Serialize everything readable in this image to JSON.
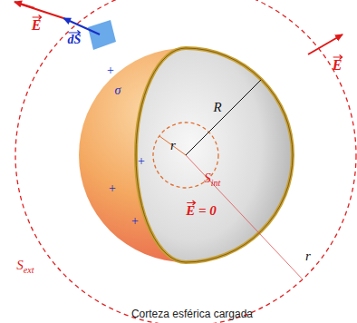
{
  "diagram": {
    "caption": "Corteza esférica cargada",
    "labels": [
      "E",
      "dS",
      "E",
      "σ",
      "+",
      "+",
      "+",
      "+",
      "R",
      "r",
      "S",
      "int",
      "E = 0",
      "r",
      "S",
      "ext"
    ]
  }
}
